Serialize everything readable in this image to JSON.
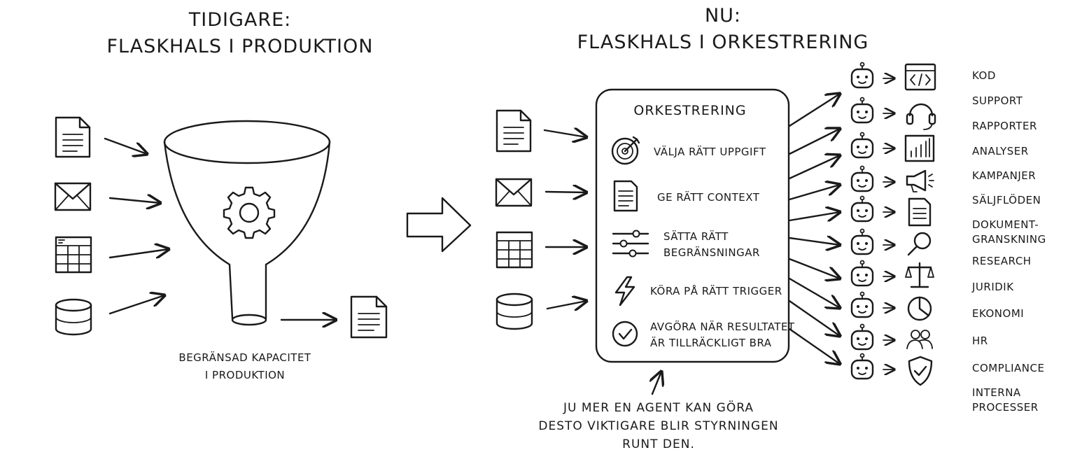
{
  "left": {
    "title_line1": "TIDIGARE:",
    "title_line2": "FLASKHALS I PRODUKTION",
    "caption_line1": "BEGRÄNSAD KAPACITET",
    "caption_line2": "I PRODUKTION",
    "inputs": [
      "document-icon",
      "envelope-icon",
      "spreadsheet-icon",
      "database-icon"
    ],
    "center_icon": "gear-icon",
    "output_icon": "document-icon"
  },
  "right": {
    "title_line1": "NU:",
    "title_line2": "FLASKHALS I ORKESTRERING",
    "box_title": "ORKESTRERING",
    "steps": [
      {
        "icon": "target-icon",
        "line1": "VÄLJA RÄTT UPPGIFT",
        "line2": ""
      },
      {
        "icon": "document-icon",
        "line1": "GE RÄTT CONTEXT",
        "line2": ""
      },
      {
        "icon": "sliders-icon",
        "line1": "SÄTTA RÄTT",
        "line2": "BEGRÄNSNINGAR"
      },
      {
        "icon": "lightning-icon",
        "line1": "KÖRA PÅ RÄTT TRIGGER",
        "line2": ""
      },
      {
        "icon": "checkmark-icon",
        "line1": "AVGÖRA NÄR RESULTATET",
        "line2": "ÄR TILLRÄCKLIGT BRA"
      }
    ],
    "caption_line1": "JU MER EN AGENT KAN GÖRA",
    "caption_line2": "DESTO VIKTIGARE BLIR STYRNINGEN",
    "caption_line3": "RUNT DEN.",
    "inputs": [
      "document-icon",
      "envelope-icon",
      "spreadsheet-icon",
      "database-icon"
    ]
  },
  "outputs": [
    {
      "line1": "KOD",
      "line2": ""
    },
    {
      "line1": "SUPPORT",
      "line2": ""
    },
    {
      "line1": "RAPPORTER",
      "line2": ""
    },
    {
      "line1": "ANALYSER",
      "line2": ""
    },
    {
      "line1": "KAMPANJER",
      "line2": ""
    },
    {
      "line1": "SÄLJFLÖDEN",
      "line2": ""
    },
    {
      "line1": "DOKUMENT-",
      "line2": "GRANSKNING"
    },
    {
      "line1": "RESEARCH",
      "line2": ""
    },
    {
      "line1": "JURIDIK",
      "line2": ""
    },
    {
      "line1": "EKONOMI",
      "line2": ""
    },
    {
      "line1": "HR",
      "line2": ""
    },
    {
      "line1": "COMPLIANCE",
      "line2": ""
    },
    {
      "line1": "INTERNA",
      "line2": "PROCESSER"
    }
  ],
  "agents": [
    {
      "tool_icon": "code-window-icon"
    },
    {
      "tool_icon": "headset-icon"
    },
    {
      "tool_icon": "bar-chart-icon"
    },
    {
      "tool_icon": "megaphone-icon"
    },
    {
      "tool_icon": "document-icon"
    },
    {
      "tool_icon": "magnifier-icon"
    },
    {
      "tool_icon": "scales-icon"
    },
    {
      "tool_icon": "pie-chart-icon"
    },
    {
      "tool_icon": "people-icon"
    },
    {
      "tool_icon": "shield-check-icon"
    }
  ],
  "colors": {
    "ink": "#1a1a1a",
    "background": "#ffffff"
  }
}
